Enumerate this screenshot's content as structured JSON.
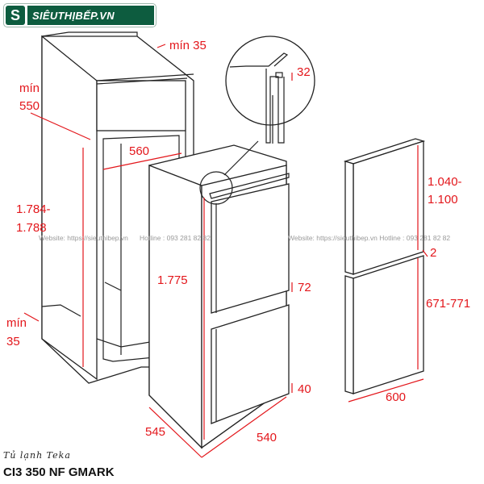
{
  "logo": {
    "mark": "S",
    "text": "SIÊUTHỊBẾP.VN"
  },
  "watermarks": [
    "Website: https://sieuthibep.vn      Hotline : 093 281 82 82",
    "Website: https://sieuthibep.vn Hotline : 093 281 82 82"
  ],
  "dimensions": {
    "min35_top": "mín 35",
    "gap32": "32",
    "depth_min_l1": "mín",
    "depth_min_l2": "550",
    "width560": "560",
    "height_l1": "1.784-",
    "height_l2": "1.788",
    "fridge_height": "1.775",
    "gap72": "72",
    "min35_bottom_l1": "mín",
    "min35_bottom_l2": "35",
    "gap40": "40",
    "depth545": "545",
    "width540": "540",
    "door_top_l1": "1.040-",
    "door_top_l2": "1.100",
    "door_gap": "2",
    "door_bottom": "671-771",
    "door_width": "600"
  },
  "caption": "Tủ lạnh Teka",
  "model": "CI3 350 NF GMARK",
  "colors": {
    "dimension": "#e3161b",
    "brand": "#0d5c3f"
  }
}
